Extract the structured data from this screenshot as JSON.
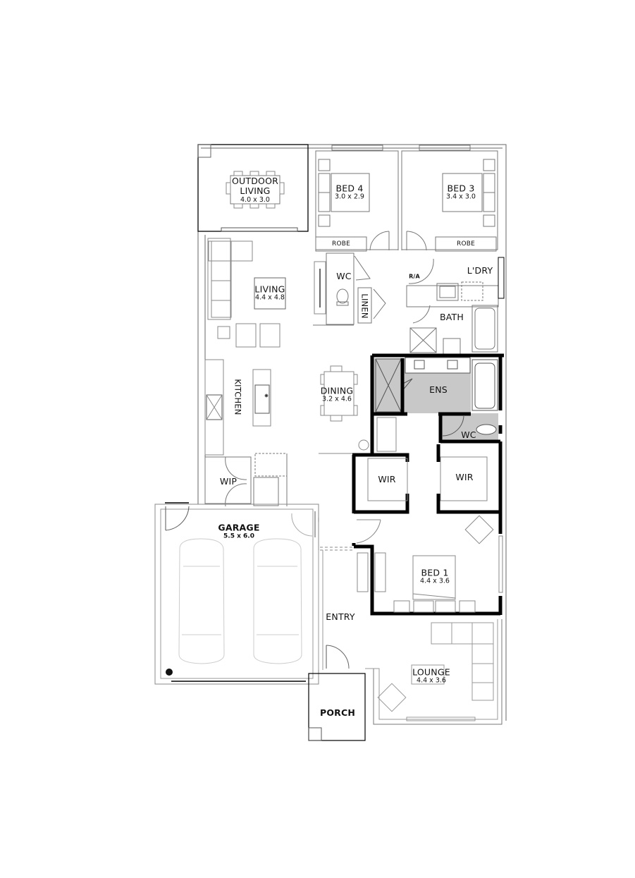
{
  "plan": {
    "colors": {
      "wall_dark": "#000000",
      "wall_light": "#555555",
      "furniture": "#9a9a9a",
      "ensuite_fill": "#c8c8c8"
    },
    "rooms": {
      "outdoor_living": {
        "name": "OUTDOOR\nLIVING",
        "name_line1": "OUTDOOR",
        "name_line2": "LIVING",
        "dim": "4.0 x 3.0"
      },
      "bed4": {
        "name": "BED 4",
        "dim": "3.0 x 2.9"
      },
      "bed3": {
        "name": "BED 3",
        "dim": "3.4 x 3.0"
      },
      "robe_left": {
        "name": "ROBE"
      },
      "robe_right": {
        "name": "ROBE"
      },
      "living": {
        "name": "LIVING",
        "dim": "4.4 x 4.8"
      },
      "wc_main": {
        "name": "WC"
      },
      "linen": {
        "name": "LINEN"
      },
      "ra": {
        "name": "R/A"
      },
      "laundry": {
        "name": "L'DRY"
      },
      "bath": {
        "name": "BATH"
      },
      "kitchen": {
        "name": "KITCHEN"
      },
      "dining": {
        "name": "DINING",
        "dim": "3.2 x 4.6"
      },
      "ensuite": {
        "name": "ENS"
      },
      "wc_ensuite": {
        "name": "WC"
      },
      "wip": {
        "name": "WIP"
      },
      "wir_left": {
        "name": "WIR"
      },
      "wir_right": {
        "name": "WIR"
      },
      "garage": {
        "name": "GARAGE",
        "dim": "5.5 x 6.0"
      },
      "bed1": {
        "name": "BED 1",
        "dim": "4.4 x 3.6"
      },
      "entry": {
        "name": "ENTRY"
      },
      "lounge": {
        "name": "LOUNGE",
        "dim": "4.4 x 3.6"
      },
      "porch": {
        "name": "PORCH"
      }
    }
  }
}
